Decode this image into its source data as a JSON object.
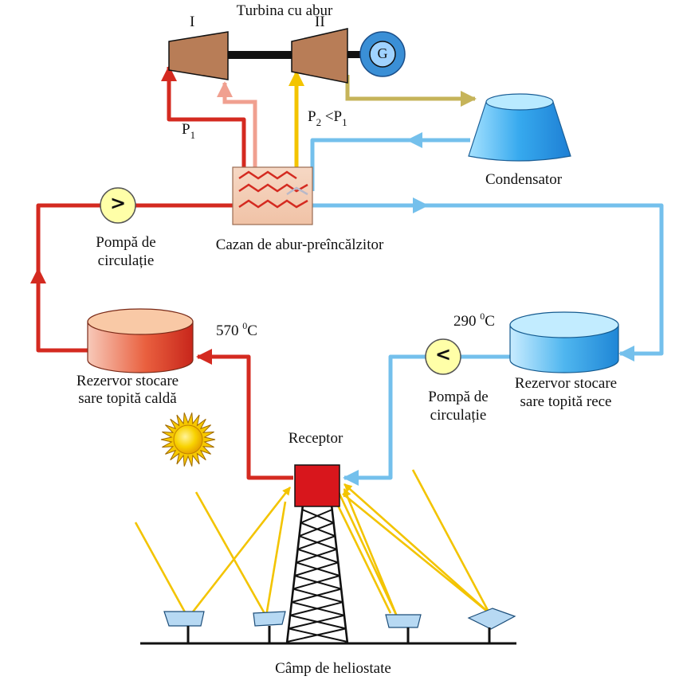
{
  "turbine": {
    "title": "Turbina cu abur",
    "stage1": "I",
    "stage2": "II",
    "generator": "G"
  },
  "pressure": {
    "p1_base": "P",
    "p1_sub": "1",
    "p2_base": "P",
    "p2_sub": "2",
    "p2_rel": " <P",
    "p2_rel_sub": "1"
  },
  "condenser": {
    "label": "Condensator"
  },
  "boiler": {
    "label": "Cazan de abur-preîncălzitor"
  },
  "pump_hot": {
    "symbol": ">",
    "line1": "Pompă de",
    "line2": "circulație"
  },
  "pump_cold": {
    "symbol": "<",
    "line1": "Pompă de",
    "line2": "circulație"
  },
  "tank_hot": {
    "line1": "Rezervor  stocare",
    "line2": "sare topită caldă",
    "temp_value": "570 ",
    "temp_sup": "0",
    "temp_unit": "C"
  },
  "tank_cold": {
    "line1": "Rezervor stocare",
    "line2": "sare topită rece",
    "temp_value": "290 ",
    "temp_sup": "0",
    "temp_unit": "C"
  },
  "receiver": {
    "label": "Receptor"
  },
  "heliostat_field": {
    "label": "Câmp de heliostate"
  },
  "colors": {
    "hot_salt": "#d42a20",
    "cold_salt": "#74c0ec",
    "steam": "#f3c400",
    "reheat": "#f0a090",
    "exhaust": "#c6b45a",
    "turbine": "#b87d57",
    "generator": "#3a8fd6",
    "sun": "#f6c800",
    "receiver": "#d8161c"
  }
}
